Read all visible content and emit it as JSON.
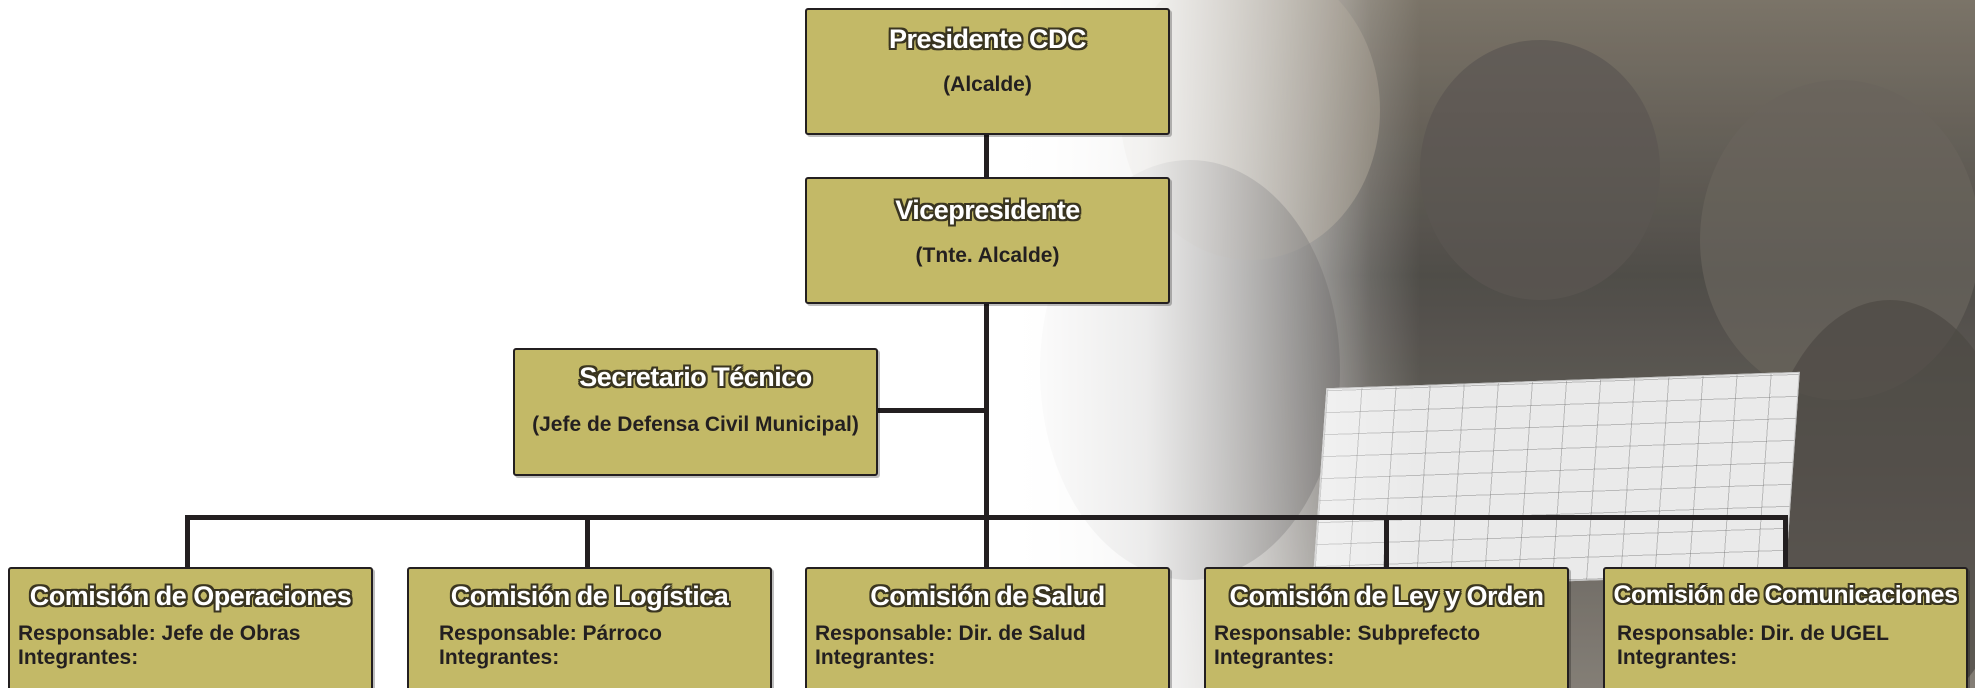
{
  "president": {
    "title": "Presidente CDC",
    "subtitle": "(Alcalde)"
  },
  "vicepresident": {
    "title": "Vicepresidente",
    "subtitle": "(Tnte. Alcalde)"
  },
  "secretary": {
    "title": "Secretario Técnico",
    "subtitle": "(Jefe de Defensa Civil Municipal)"
  },
  "commissions": [
    {
      "title": "Comisión de Operaciones",
      "responsible": "Responsable: Jefe de Obras",
      "members": "Integrantes:"
    },
    {
      "title": "Comisión de Logística",
      "responsible": "Responsable: Párroco",
      "members": "Integrantes:"
    },
    {
      "title": "Comisión de Salud",
      "responsible": "Responsable: Dir. de Salud",
      "members": "Integrantes:"
    },
    {
      "title": "Comisión de Ley y Orden",
      "responsible": "Responsable: Subprefecto",
      "members": "Integrantes:"
    },
    {
      "title": "Comisión de Comunicaciones",
      "responsible": "Responsable: Dir. de UGEL",
      "members": "Integrantes:"
    }
  ],
  "colors": {
    "box_fill": "#c3b967",
    "line": "#231f20"
  }
}
